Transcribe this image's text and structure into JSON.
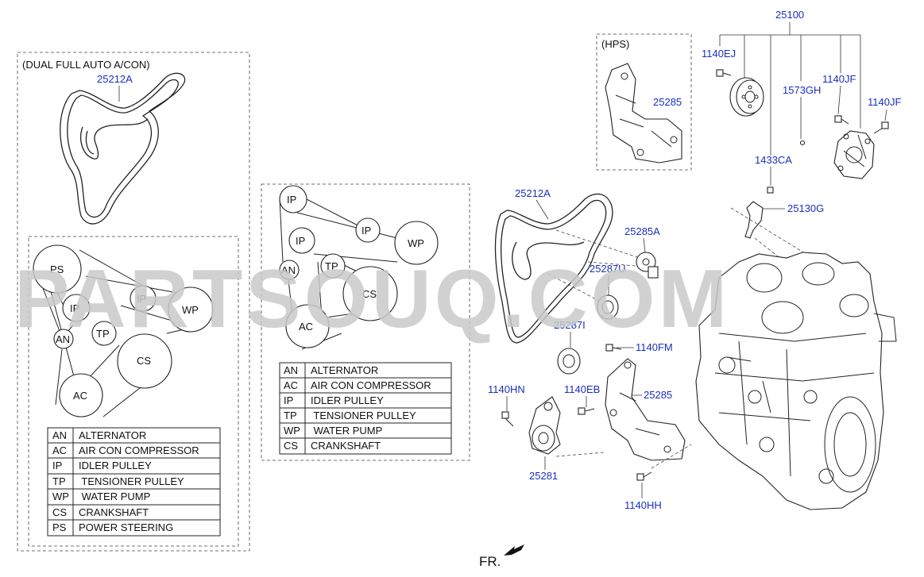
{
  "watermark": "PARTSOUQ.COM",
  "front_marker": "FR.",
  "left_panel": {
    "title": "(DUAL FULL AUTO A/CON)",
    "belt_part": "25212A",
    "pulleys": [
      "PS",
      "IP",
      "WP",
      "IP",
      "AN",
      "TP",
      "CS",
      "AC"
    ],
    "legend": [
      {
        "code": "AN",
        "name": "ALTERNATOR"
      },
      {
        "code": "AC",
        "name": "AIR CON COMPRESSOR"
      },
      {
        "code": "IP",
        "name": "IDLER PULLEY"
      },
      {
        "code": "TP",
        "name": " TENSIONER PULLEY"
      },
      {
        "code": "WP",
        "name": " WATER PUMP"
      },
      {
        "code": "CS",
        "name": "CRANKSHAFT"
      },
      {
        "code": "PS",
        "name": "POWER STEERING"
      }
    ]
  },
  "middle_panel": {
    "pulleys": [
      "IP",
      "IP",
      "WP",
      "IP",
      "AN",
      "TP",
      "CS",
      "AC"
    ],
    "legend": [
      {
        "code": "AN",
        "name": "ALTERNATOR"
      },
      {
        "code": "AC",
        "name": "AIR CON COMPRESSOR"
      },
      {
        "code": "IP",
        "name": "IDLER PULLEY"
      },
      {
        "code": "TP",
        "name": " TENSIONER PULLEY"
      },
      {
        "code": "WP",
        "name": " WATER PUMP"
      },
      {
        "code": "CS",
        "name": "CRANKSHAFT"
      }
    ]
  },
  "hps_box": {
    "title": "(HPS)",
    "part": "25285"
  },
  "parts": {
    "p25100": "25100",
    "p1140EJ": "1140EJ",
    "p1573GH": "1573GH",
    "p1140JF_a": "1140JF",
    "p1140JF_b": "1140JF",
    "p1433CA": "1433CA",
    "p25130G": "25130G",
    "p25212A": "25212A",
    "p25285A": "25285A",
    "p25287U": "25287U",
    "p25287I": "25287I",
    "p1140FM": "1140FM",
    "p1140HN": "1140HN",
    "p1140EB": "1140EB",
    "p25285": "25285",
    "p25281": "25281",
    "p1140HH": "1140HH"
  }
}
